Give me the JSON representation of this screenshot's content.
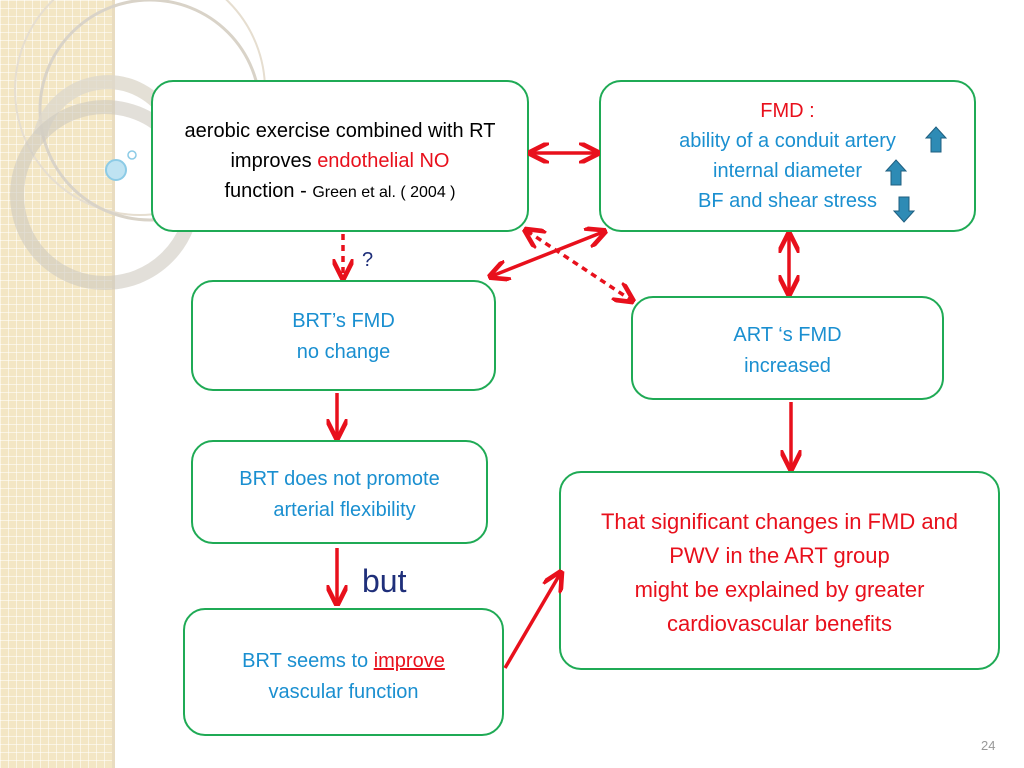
{
  "colors": {
    "green_border": "#1faa55",
    "arrow_red": "#e8101c",
    "text_blue": "#1a8fd0",
    "text_red": "#e8101c",
    "navy": "#1f2f7a"
  },
  "box1": {
    "line1": "aerobic exercise combined with RT",
    "line2_a": "improves ",
    "line2_b": "endothelial NO",
    "line3_a": "function  - ",
    "line3_b": "Green et al.  ( 2004 )"
  },
  "box2": {
    "title": "FMD :",
    "line1": "ability of a conduit artery",
    "line2": "internal diameter",
    "line3": "BF and shear stress",
    "icons": [
      "arrow-up-icon",
      "arrow-up-icon",
      "arrow-down-icon"
    ]
  },
  "box3": {
    "line1": "BRT’s FMD",
    "line2": "no change"
  },
  "box4": {
    "line1": "ART ‘s FMD",
    "line2": "increased"
  },
  "box5": {
    "line1": "BRT does not promote",
    "line2": "arterial flexibility"
  },
  "box6": {
    "line1": "That significant changes in FMD and",
    "line2": "PWV in the  ART group",
    "line3": "might be explained by greater",
    "line4": "cardiovascular benefits"
  },
  "box7": {
    "line1_a": "BRT seems to ",
    "line1_b": "improve",
    "line2": "vascular function"
  },
  "question": "?",
  "but": "but",
  "page_number": "24"
}
